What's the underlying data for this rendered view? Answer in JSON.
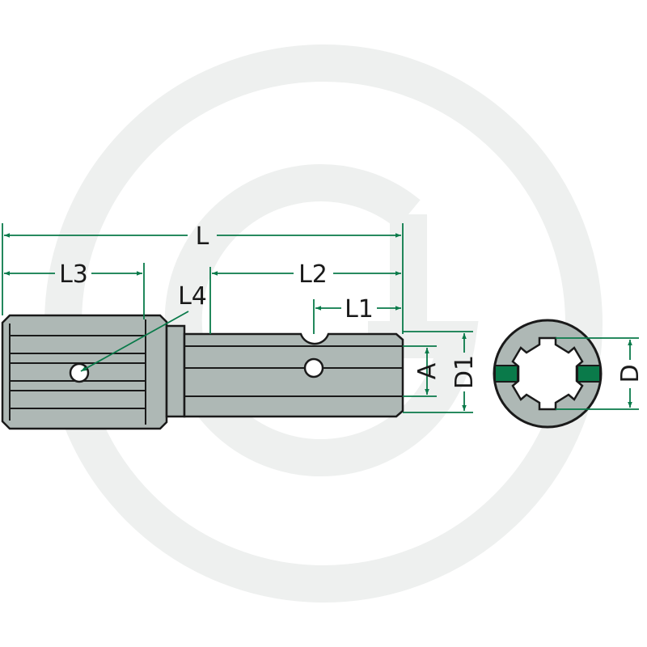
{
  "labels": {
    "L": "L",
    "L1": "L1",
    "L2": "L2",
    "L3": "L3",
    "L4": "L4",
    "A": "A",
    "D1": "D1",
    "D": "D"
  },
  "colors": {
    "dimension": "#0a7a4a",
    "part_fill": "#aeb8b5",
    "part_stroke": "#1a1a1a",
    "watermark": "#eef0ef",
    "text": "#1a1a1a"
  },
  "icons": {
    "watermark": "watermark-logo-icon"
  }
}
